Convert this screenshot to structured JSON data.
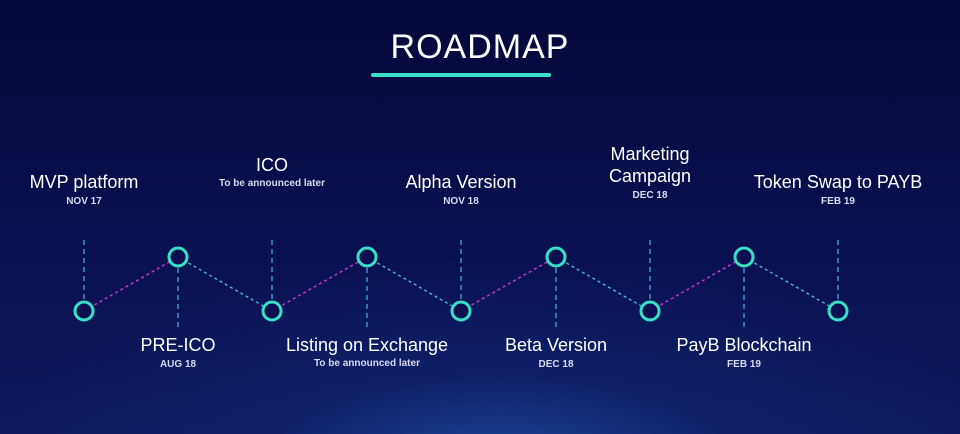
{
  "title": "ROADMAP",
  "colors": {
    "accent": "#37e0c4",
    "connector_magenta": "#c93bd6",
    "connector_cyan": "#4fb7d8",
    "dashed": "#3f9fd1"
  },
  "milestones": [
    {
      "title": "MVP platform",
      "date": "NOV 17",
      "position": "top"
    },
    {
      "title": "PRE-ICO",
      "date": "AUG 18",
      "position": "bottom"
    },
    {
      "title": "ICO",
      "date": "To be announced later",
      "position": "top"
    },
    {
      "title": "Listing on Exchange",
      "date": "To be announced later",
      "position": "bottom"
    },
    {
      "title": "Alpha Version",
      "date": "NOV 18",
      "position": "top"
    },
    {
      "title": "Beta Version",
      "date": "DEC 18",
      "position": "bottom"
    },
    {
      "title": "Marketing Campaign",
      "date": "DEC 18",
      "position": "top"
    },
    {
      "title": "PayB Blockchain",
      "date": "FEB 19",
      "position": "bottom"
    },
    {
      "title": "Token Swap to PAYB",
      "date": "FEB 19",
      "position": "top"
    }
  ]
}
